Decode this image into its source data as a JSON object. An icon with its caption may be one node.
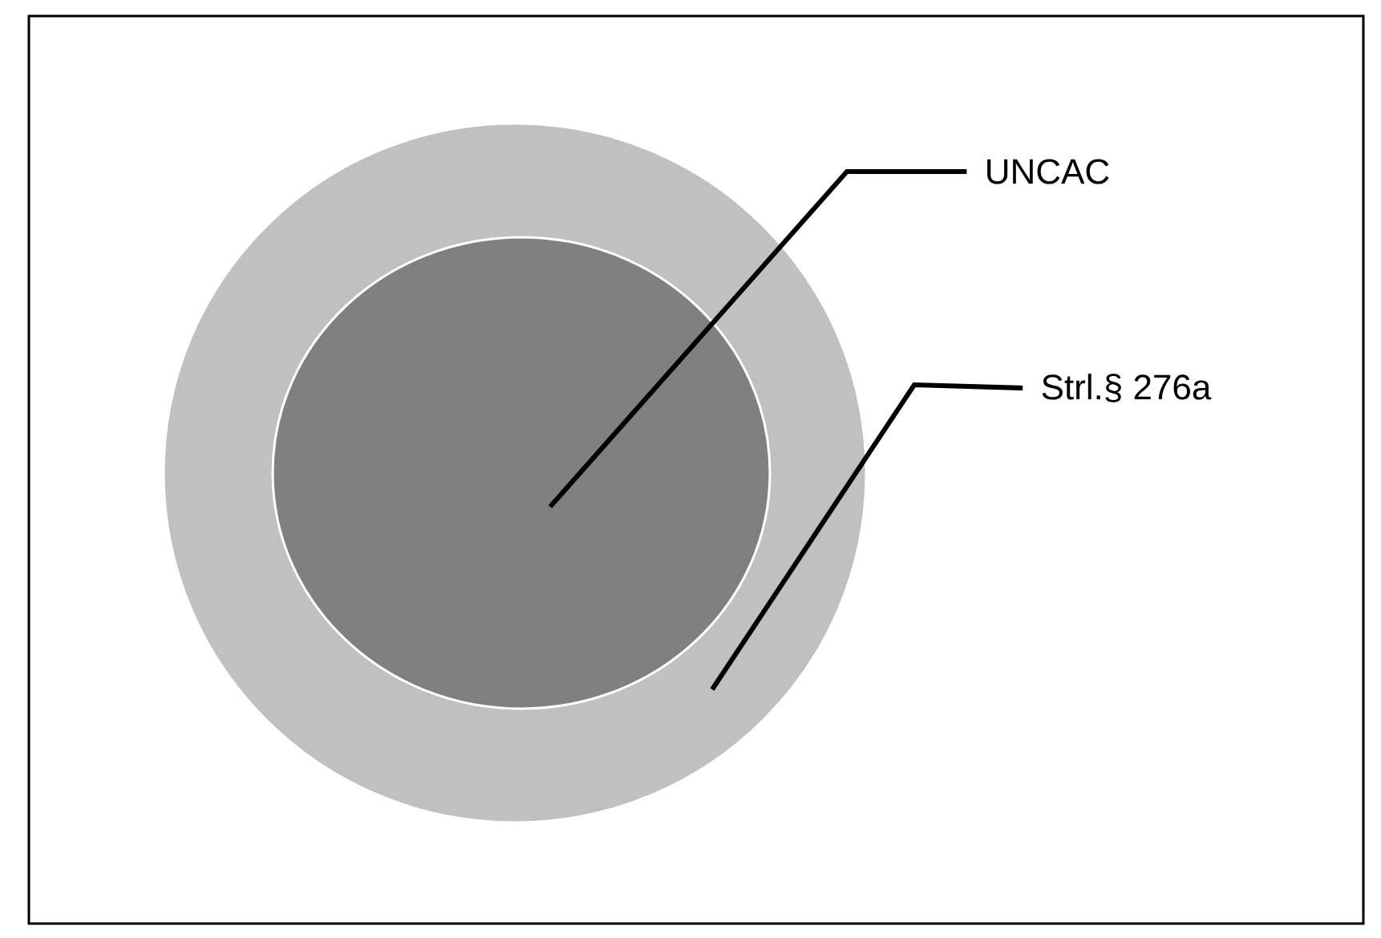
{
  "diagram": {
    "nodes": [
      {
        "text": [],
        "shape": "circle"
      },
      {
        "text": [],
        "shape": "circle",
        "in": 0
      },
      {
        "text": [
          "UNCAC"
        ]
      },
      {
        "text": [
          "Strl.§ 276a"
        ]
      }
    ],
    "edges": [
      {
        "from": 2,
        "to": 1,
        "arrow": "none"
      },
      {
        "from": 3,
        "to": 0,
        "arrow": "none"
      }
    ]
  }
}
